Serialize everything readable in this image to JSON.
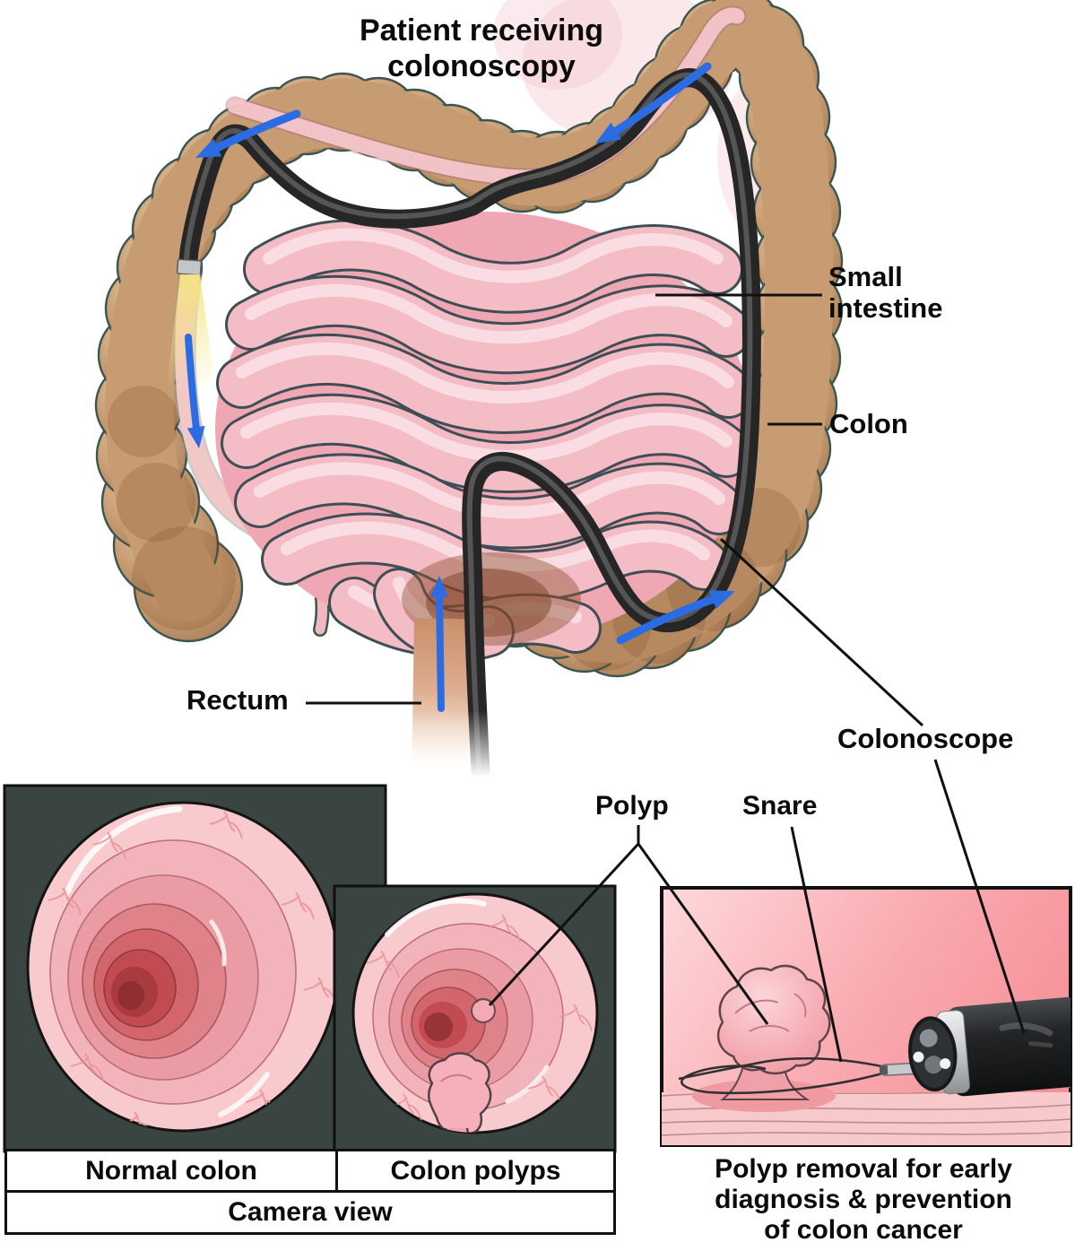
{
  "title": "Patient receiving colonoscopy",
  "anatomy_labels": {
    "small_intestine": "Small intestine",
    "colon": "Colon",
    "rectum": "Rectum",
    "colonoscope": "Colonoscope",
    "polyp": "Polyp",
    "snare": "Snare"
  },
  "camera_views": {
    "normal_caption": "Normal colon",
    "polyps_caption": "Colon polyps",
    "footer": "Camera view"
  },
  "removal": {
    "lines": [
      "Polyp removal for early",
      "diagnosis & prevention",
      "of colon cancer"
    ]
  },
  "icons": {
    "direction_arrows": "blue-direction-arrow-icon",
    "scope_light": "scope-light-beam-icon"
  },
  "colors": {
    "arrow_blue": "#2B6CE2",
    "colon_tan": "#C79C73",
    "colon_outline": "#3A564F",
    "intestine_pink": "#F4BDC6",
    "camera_panel_bg": "#3A4542",
    "scope_black": "#262626",
    "leader_line": "#101010",
    "removal_bg_pink": "#F58F97"
  }
}
